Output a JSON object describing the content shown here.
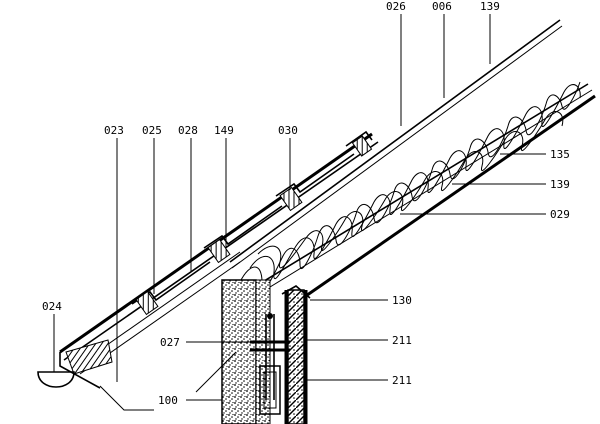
{
  "labels": {
    "l026": "026",
    "l006": "006",
    "l139a": "139",
    "l023": "023",
    "l025": "025",
    "l028": "028",
    "l149": "149",
    "l030": "030",
    "l135": "135",
    "l139b": "139",
    "l029": "029",
    "l024": "024",
    "l130": "130",
    "l027": "027",
    "l211a": "211",
    "l211b": "211",
    "l100": "100"
  }
}
